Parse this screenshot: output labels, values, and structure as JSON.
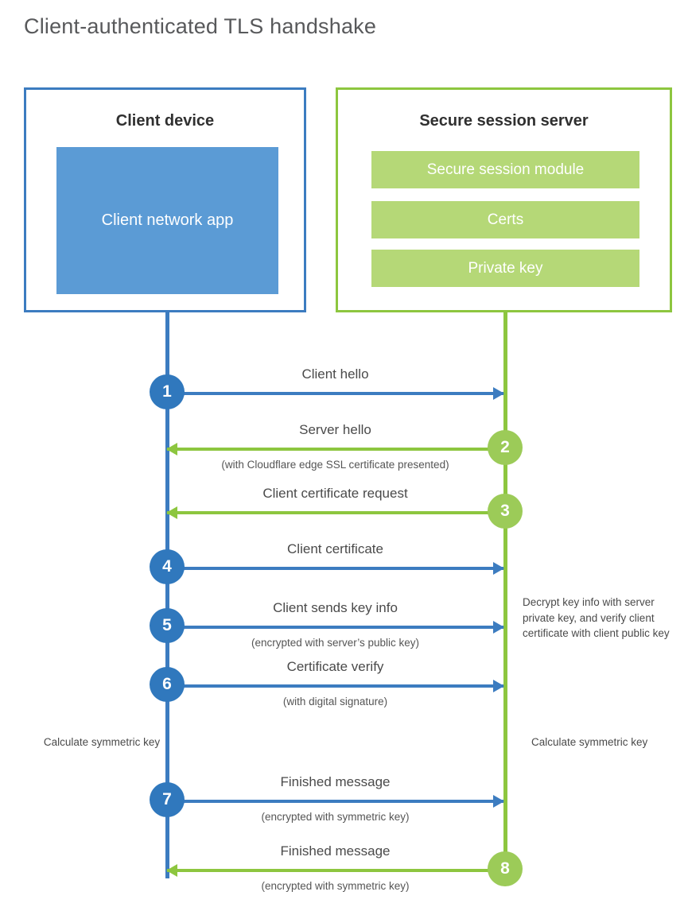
{
  "page": {
    "title": "Client-authenticated TLS handshake"
  },
  "participants": {
    "client": {
      "title": "Client device",
      "app_label": "Client network app",
      "color": "#3c7cc0",
      "app_color": "#5b9bd5"
    },
    "server": {
      "title": "Secure session server",
      "color": "#8dc63f",
      "module_color": "#b5d877",
      "modules": [
        {
          "label": "Secure session module"
        },
        {
          "label": "Certs"
        },
        {
          "label": "Private key"
        }
      ]
    }
  },
  "steps": [
    {
      "number": "1",
      "label": "Client hello",
      "sub": "",
      "direction": "client-to-server",
      "color": "#3c7cc0"
    },
    {
      "number": "2",
      "label": "Server hello",
      "sub": "(with Cloudflare edge SSL certificate presented)",
      "direction": "server-to-client",
      "color": "#8dc63f"
    },
    {
      "number": "3",
      "label": "Client certificate request",
      "sub": "",
      "direction": "server-to-client",
      "color": "#8dc63f"
    },
    {
      "number": "4",
      "label": "Client certificate",
      "sub": "",
      "direction": "client-to-server",
      "color": "#3c7cc0"
    },
    {
      "number": "5",
      "label": "Client sends key info",
      "sub": "(encrypted with server’s public key)",
      "direction": "client-to-server",
      "color": "#3c7cc0"
    },
    {
      "number": "6",
      "label": "Certificate verify",
      "sub": "(with digital signature)",
      "direction": "client-to-server",
      "color": "#3c7cc0"
    },
    {
      "number": "7",
      "label": "Finished message",
      "sub": "(encrypted with symmetric key)",
      "direction": "client-to-server",
      "color": "#3c7cc0"
    },
    {
      "number": "8",
      "label": "Finished message",
      "sub": "(encrypted with symmetric key)",
      "direction": "server-to-client",
      "color": "#8dc63f"
    }
  ],
  "annotations": {
    "decrypt_note": "Decrypt key info with server private key, and verify client certificate with client public key",
    "calculate_left": "Calculate symmetric key",
    "calculate_right": "Calculate symmetric key"
  }
}
